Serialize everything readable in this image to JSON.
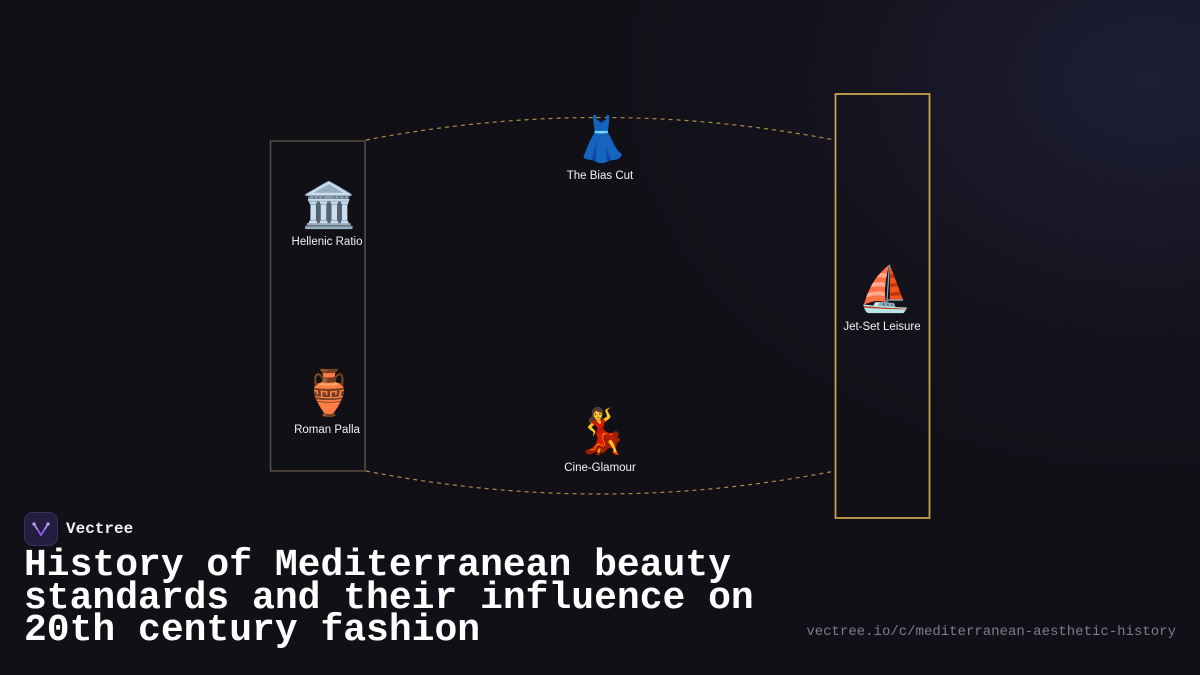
{
  "brand": {
    "name": "Vectree",
    "logo_icon": "vectree-logo-icon",
    "accent": "#8b5cf6"
  },
  "title": "History of Mediterranean beauty\nstandards and their influence on\n20th century fashion",
  "url": "vectree.io/c/mediterranean-aesthetic-history",
  "diagram": {
    "colors": {
      "left_group_border": "#5a4d45",
      "right_group_border": "#c9a24a",
      "connector": "#c9a24a",
      "label": "#f2f2f2"
    },
    "nodes": [
      {
        "id": "hellenic",
        "emoji": "🏛️",
        "icon": "classical-building-icon",
        "label": "Hellenic Ratio"
      },
      {
        "id": "roman",
        "emoji": "🏺",
        "icon": "amphora-icon",
        "label": "Roman Palla"
      },
      {
        "id": "bias",
        "emoji": "👗",
        "icon": "dress-icon",
        "label": "The Bias Cut"
      },
      {
        "id": "cine",
        "emoji": "💃",
        "icon": "dancer-icon",
        "label": "Cine-Glamour"
      },
      {
        "id": "jetset",
        "emoji": "⛵",
        "icon": "sailboat-icon",
        "label": "Jet-Set Leisure"
      }
    ]
  }
}
